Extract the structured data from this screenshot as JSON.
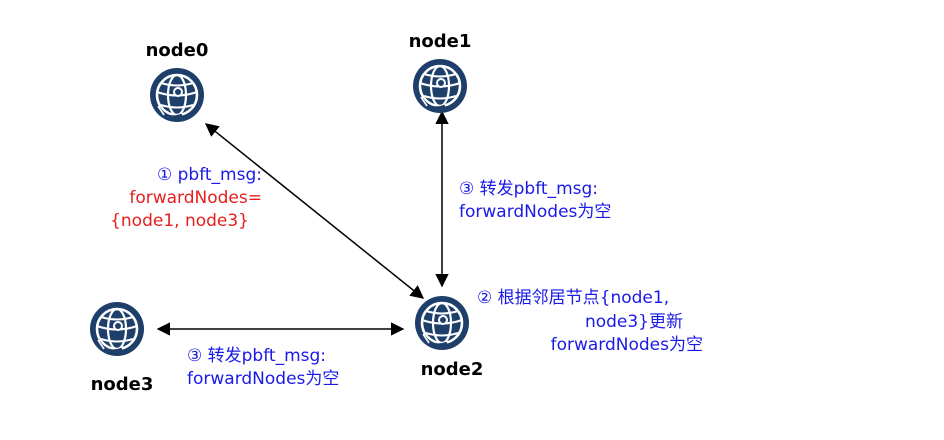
{
  "nodes": {
    "node0": {
      "label": "node0"
    },
    "node1": {
      "label": "node1"
    },
    "node2": {
      "label": "node2"
    },
    "node3": {
      "label": "node3"
    }
  },
  "annotations": {
    "step1": {
      "line1": "① pbft_msg:",
      "line2": "forwardNodes=",
      "line3": "{node1, node3}"
    },
    "step2": {
      "line1": "② 根据邻居节点{node1,",
      "line2": "node3}更新",
      "line3": "forwardNodes为空"
    },
    "step3_up": {
      "line1": "③ 转发pbft_msg:",
      "line2": "forwardNodes为空"
    },
    "step3_left": {
      "line1": "③ 转发pbft_msg:",
      "line2": "forwardNodes为空"
    }
  },
  "colors": {
    "text_blue": "#1a1ae6",
    "text_red": "#e61e1e",
    "icon": "#1f3f6b",
    "arrow": "#000000"
  },
  "icon_names": {
    "node": "network-globe-icon"
  }
}
